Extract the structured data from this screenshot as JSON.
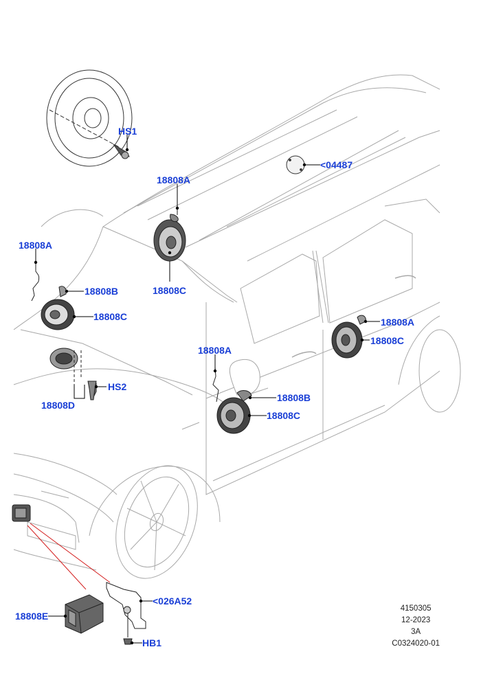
{
  "callouts": {
    "hs1": "HS1",
    "p04487": "<04487",
    "a_roof": "18808A",
    "c_roof": "18808C",
    "a_left": "18808A",
    "b_left": "18808B",
    "c_left": "18808C",
    "d_left": "18808D",
    "hs2": "HS2",
    "a_mirror": "18808A",
    "b_mirror": "18808B",
    "c_door": "18808C",
    "a_rear": "18808A",
    "c_rear": "18808C",
    "e_module": "18808E",
    "p026a52": "<026A52",
    "hb1": "HB1"
  },
  "info": {
    "line1": "4150305",
    "line2": "12-2023",
    "line3": "3A",
    "line4": "C0324020-01"
  },
  "colors": {
    "callout": "#1a3fd6",
    "leader": "#000000",
    "outline": "#9a9a9a",
    "highlight": "#d42020"
  }
}
